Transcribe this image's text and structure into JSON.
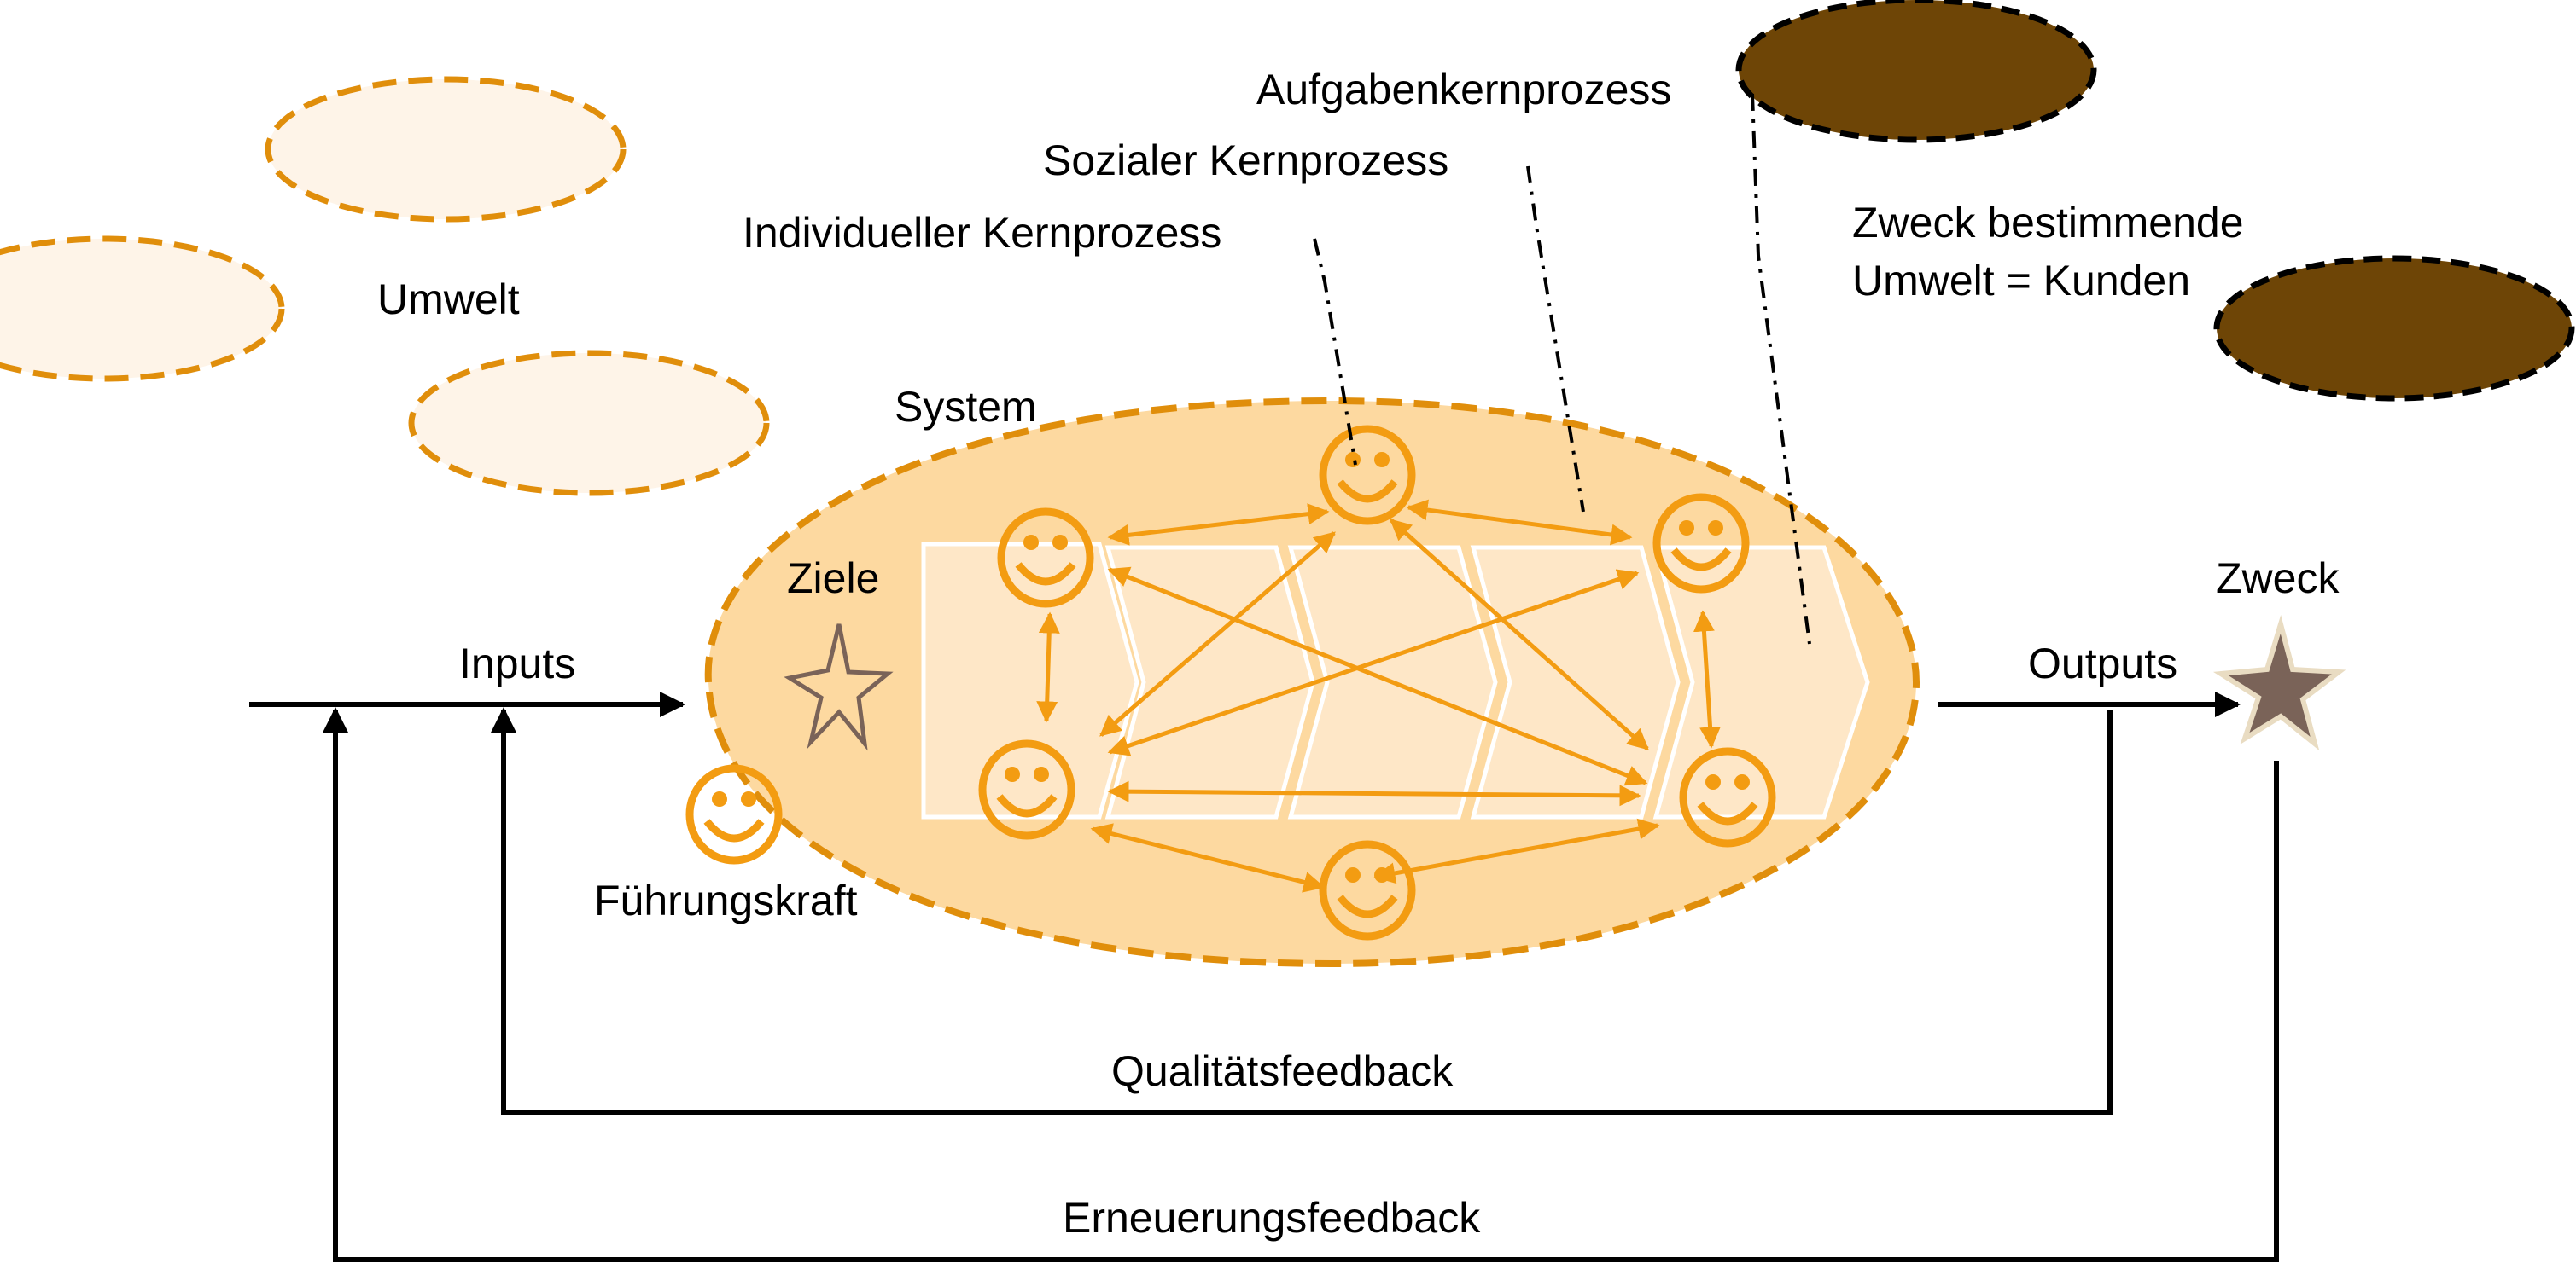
{
  "title": "System model: Inputs, Kernprozesse, Outputs, Feedback",
  "colors": {
    "orange": "#F39C12",
    "orange_dark": "#E08E0B",
    "system_fill": "#FDD9A0",
    "chevron_fill": "#FEE7C7",
    "umwelt_fill": "#FEF4E8",
    "kunden_fill": "#6E4506",
    "star_ziele": "#7A6358",
    "star_zweck": "#7A6358",
    "star_zweck_outline": "#E9DCC2",
    "line": "#000000"
  },
  "labels": {
    "umwelt": "Umwelt",
    "system": "System",
    "ziele": "Ziele",
    "fuehrungskraft": "Führungskraft",
    "inputs": "Inputs",
    "outputs": "Outputs",
    "zweck": "Zweck",
    "kunden_line1": "Zweck bestimmende",
    "kunden_line2": "Umwelt = Kunden",
    "aufgaben": "Aufgabenkernprozess",
    "sozial": "Sozialer Kernprozess",
    "individuell": "Individueller Kernprozess",
    "qualitaet": "Qualitätsfeedback",
    "erneuerung": "Erneuerungsfeedback"
  },
  "icons": {
    "person": "smiley-face-icon",
    "goal": "star-outline-icon",
    "purpose": "star-filled-icon"
  },
  "members": [
    "member-top",
    "member-upper-left",
    "member-upper-right",
    "member-lower-left",
    "member-lower-right",
    "member-bottom"
  ],
  "process_steps": 5
}
